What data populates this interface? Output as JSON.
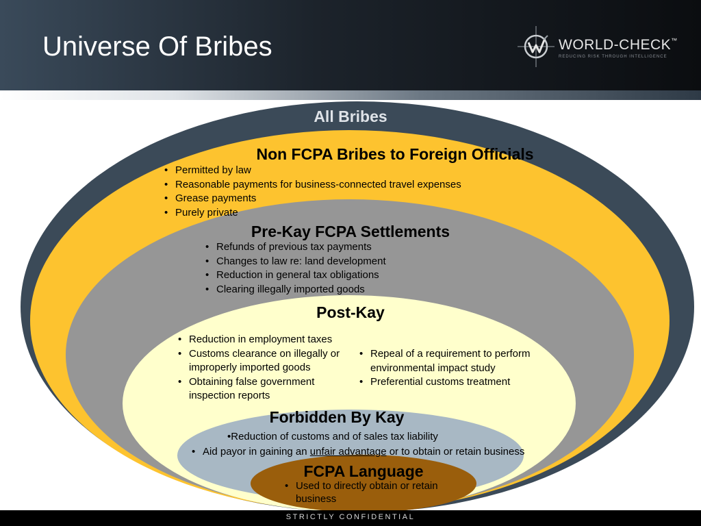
{
  "slide": {
    "title": "Universe Of Bribes",
    "footer": "STRICTLY CONFIDENTIAL"
  },
  "logo": {
    "name": "WORLD-CHECK",
    "trademark": "™",
    "tagline": "REDUCING RISK THROUGH INTELLIGENCE"
  },
  "rings": {
    "all": {
      "label": "All Bribes",
      "color": "#3b4a58"
    },
    "non_fcpa": {
      "label": "Non FCPA Bribes to Foreign Officials",
      "color": "#fdc32f",
      "items": [
        "Permitted by law",
        "Reasonable payments for business-connected travel  expenses",
        "Grease payments",
        "Purely private"
      ]
    },
    "pre_kay": {
      "label": "Pre-Kay FCPA Settlements",
      "color": "#969696",
      "items": [
        "Refunds of previous tax payments",
        "Changes to law re: land development",
        "Reduction in general tax obligations",
        "Clearing illegally imported goods"
      ]
    },
    "post_kay": {
      "label": "Post-Kay",
      "color": "#ffffcc",
      "items_left": [
        "Reduction in employment taxes",
        "Customs clearance on illegally or improperly imported goods",
        "Obtaining false government inspection reports"
      ],
      "items_right": [
        "Repeal of a requirement to perform environmental impact study",
        "Preferential customs treatment"
      ]
    },
    "forbidden": {
      "label": "Forbidden By Kay",
      "color": "#a8b8c4",
      "line1": "•Reduction of customs and of sales tax liability",
      "line2_pre": "Aid payor in gaining an ",
      "line2_underlined": "unfair advantage",
      "line2_post": " or to obtain or retain business"
    },
    "fcpa_language": {
      "label": "FCPA Language",
      "color": "#9a5e0c",
      "items": [
        "Used to directly obtain or retain business"
      ]
    }
  }
}
